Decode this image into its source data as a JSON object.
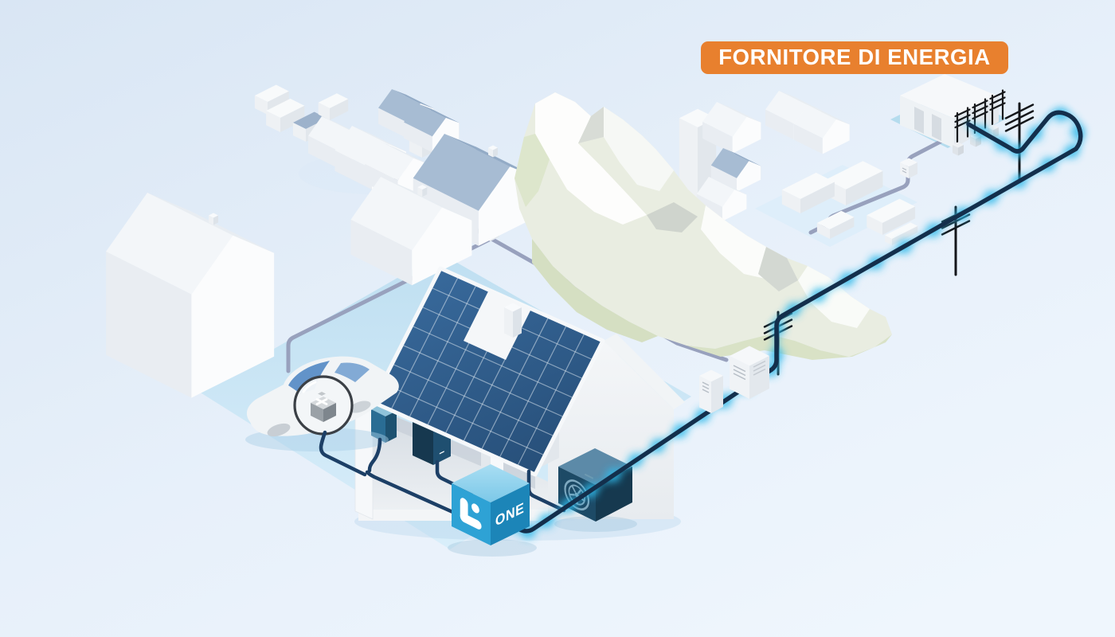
{
  "page": {
    "title": "Fornitore di energia"
  },
  "badge": {
    "label": "FORNITORE DI ENERGIA",
    "background": "#E8802E",
    "text_color": "#FFFFFF"
  },
  "cube": {
    "label": "ONE",
    "logo_icon": "one-logo",
    "colors": {
      "top_light": "#A9DEF3",
      "top_dark": "#7CC8E8",
      "left": "#2EA2D5",
      "right": "#1C85B8"
    }
  },
  "home_battery": {
    "plus_label": "+",
    "minus_label": "−"
  },
  "car_battery": {
    "plus_label": "+"
  },
  "power_line": {
    "color": "#132F4C",
    "glow_color": "#2FB9EA"
  },
  "neighborhood_line": {
    "color": "#98A1BD"
  },
  "palette": {
    "background_top": "#D9E6F4",
    "background_mid": "#E7F0FA",
    "background_bottom": "#EFF6FD",
    "plot_blue_top": "#BFDFF1",
    "plot_blue_bottom": "#D9EEFA",
    "substation_patch": "#B5DCEE",
    "city_patch": "#DCEDF9",
    "solar_panel_top": "#38699B",
    "solar_panel_bottom": "#274F79",
    "device_navy": "#1D4A66",
    "mountain_green": "#D5DFC2",
    "house_white": "#F7F9FB"
  }
}
